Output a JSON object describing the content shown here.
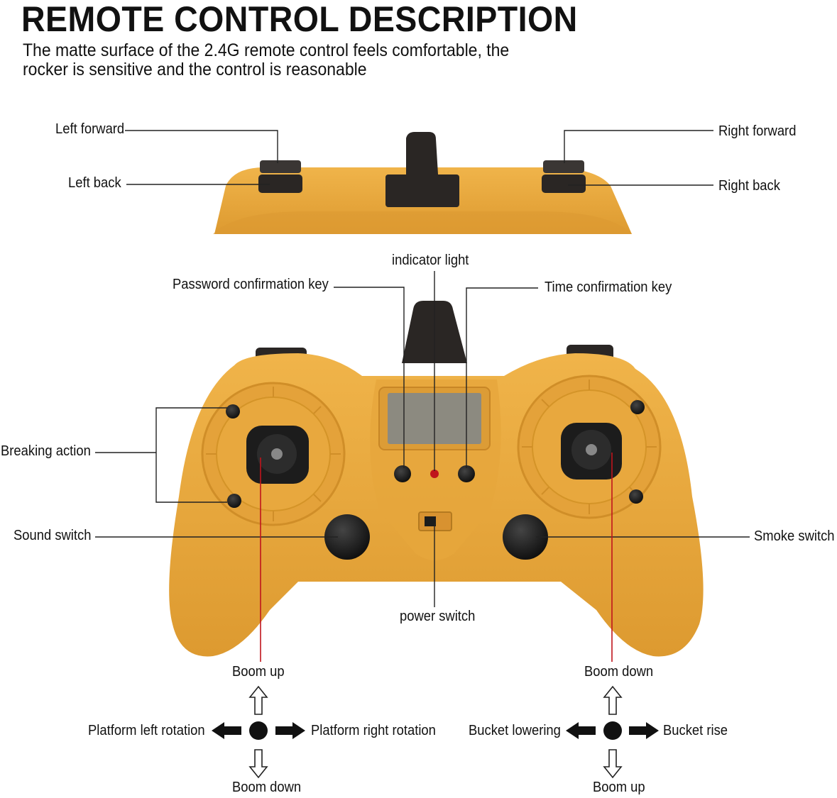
{
  "header": {
    "title": "REMOTE CONTROL DESCRIPTION",
    "subtitle_line1": "The matte surface of the 2.4G remote control feels comfortable, the",
    "subtitle_line2": "rocker is sensitive and the control is reasonable"
  },
  "top_view": {
    "left_forward": "Left forward",
    "left_back": "Left back",
    "right_forward": "Right forward",
    "right_back": "Right back"
  },
  "front_view": {
    "indicator_light": "indicator light",
    "password_key": "Password confirmation key",
    "time_key": "Time confirmation key",
    "breaking_action": "Breaking action",
    "sound_switch": "Sound switch",
    "smoke_switch": "Smoke switch",
    "power_switch": "power switch"
  },
  "left_joystick": {
    "up": "Boom up",
    "left": "Platform left rotation",
    "right": "Platform right rotation",
    "down": "Boom down"
  },
  "right_joystick": {
    "up": "Boom down",
    "left": "Bucket lowering",
    "right": "Bucket rise",
    "down": "Boom up"
  },
  "colors": {
    "body": "#e8a83c",
    "body_shade": "#d8932a",
    "accent_line": "#c0141c",
    "button": "#1a1a1a"
  }
}
